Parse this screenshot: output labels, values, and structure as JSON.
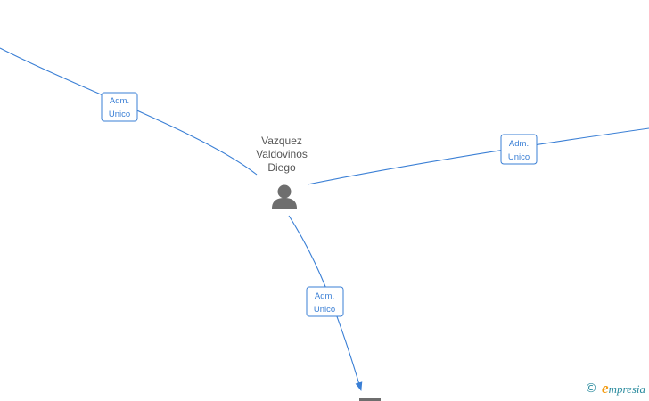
{
  "person": {
    "name_lines": [
      "Vazquez",
      "Valdovinos",
      "Diego"
    ],
    "icon": "person-icon"
  },
  "edges": [
    {
      "id": "edge-top-left",
      "label_lines": [
        "Adm.",
        "Unico"
      ]
    },
    {
      "id": "edge-right",
      "label_lines": [
        "Adm.",
        "Unico"
      ]
    },
    {
      "id": "edge-bottom",
      "label_lines": [
        "Adm.",
        "Unico"
      ]
    }
  ],
  "watermark": {
    "symbol": "©",
    "brand_initial": "e",
    "brand_rest": "mpresia"
  },
  "colors": {
    "edge": "#3a7fd5",
    "person_icon": "#6e6e6e",
    "brand": "#2a8b9e",
    "brand_accent": "#f39c12"
  }
}
